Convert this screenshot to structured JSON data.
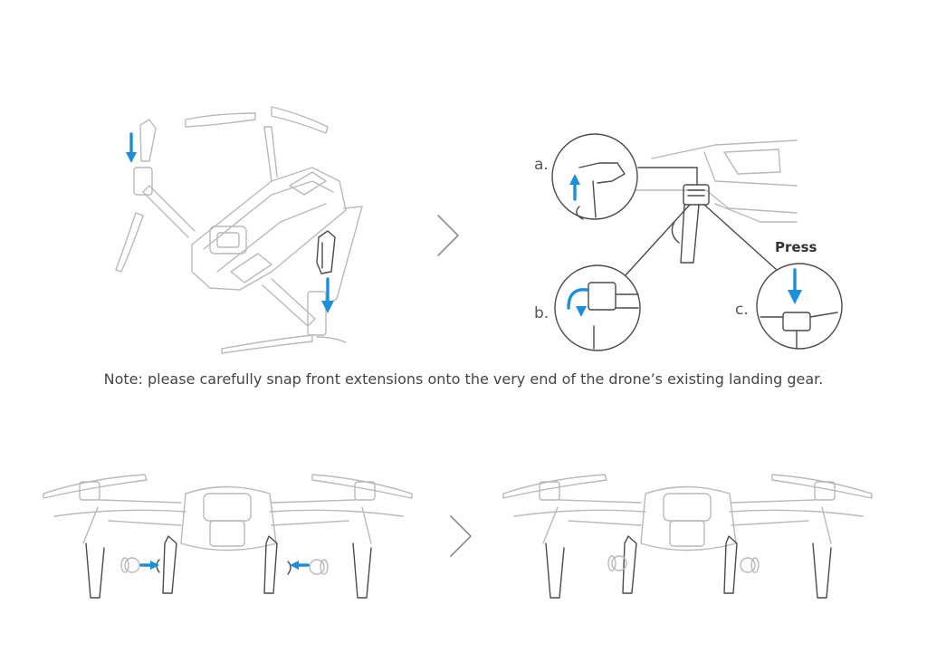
{
  "steps": {
    "a": "a.",
    "b": "b.",
    "c": "c."
  },
  "press_label": "Press",
  "note": "Note: please carefully snap front extensions onto the very end of the drone’s existing landing gear.",
  "colors": {
    "arrow": "#1d8fd8",
    "line_art": "#b9b9b9",
    "detail_line": "#4a4a4a"
  },
  "icons": [
    "next-step-chevron-icon",
    "down-arrow-icon",
    "up-arrow-icon",
    "rotate-arrow-icon",
    "insert-arrow-icon"
  ]
}
